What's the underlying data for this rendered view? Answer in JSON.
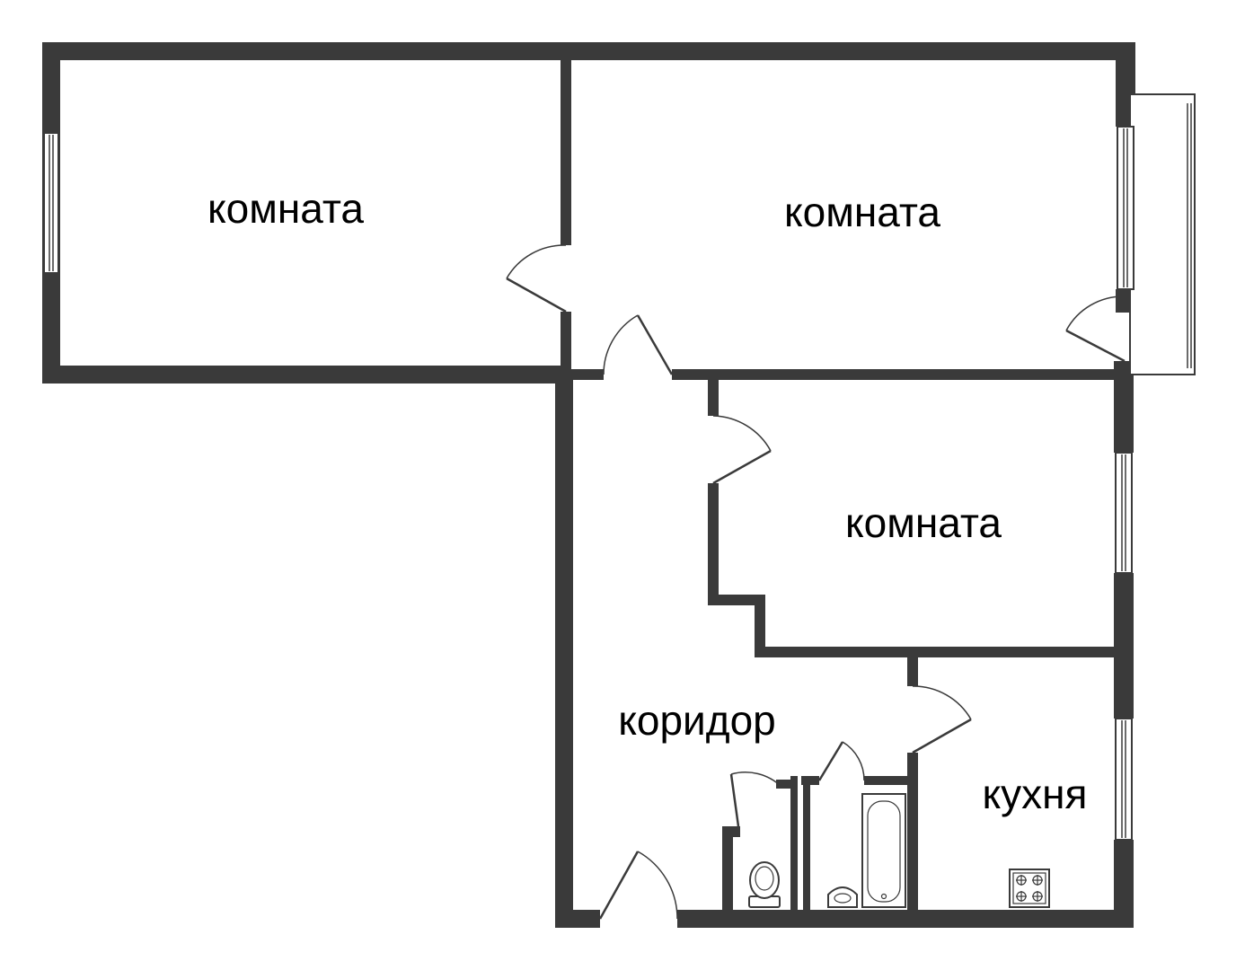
{
  "rooms": [
    {
      "id": "room-1",
      "label": "комната"
    },
    {
      "id": "room-2",
      "label": "комната"
    },
    {
      "id": "room-3",
      "label": "комната"
    },
    {
      "id": "corridor",
      "label": "коридор"
    },
    {
      "id": "kitchen",
      "label": "кухня"
    }
  ],
  "colors": {
    "wall": "#3a3a3a",
    "background": "#ffffff",
    "text": "#000000"
  }
}
